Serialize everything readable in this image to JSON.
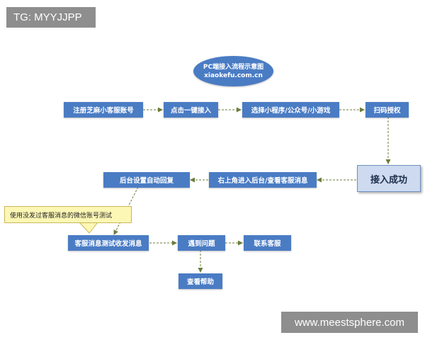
{
  "tag_text": "TG: MYYJJPP",
  "watermark_text": "www.meestsphere.com",
  "title": {
    "line1": "PC端接入流程示意图",
    "line2": "xiaokefu.com.cn"
  },
  "nodes": {
    "register": "注册芝麻小客服账号",
    "one_click": "点击一键接入",
    "choose": "选择小程序/公众号/小游戏",
    "scan": "扫码授权",
    "success": "接入成功",
    "backend": "右上角进入后台/查看客服消息",
    "auto_reply": "后台设置自动回复",
    "test_msg": "客服消息测试收发消息",
    "problem": "遇到问题",
    "contact": "联系客服",
    "help": "查看帮助"
  },
  "callout": "使用没发过客服消息的微信账号测试",
  "colors": {
    "node_blue": "#4a7cc4",
    "success_fill": "#cddaf0",
    "edge_green": "#6b7d3a",
    "callout_fill": "#fdf7b5"
  }
}
